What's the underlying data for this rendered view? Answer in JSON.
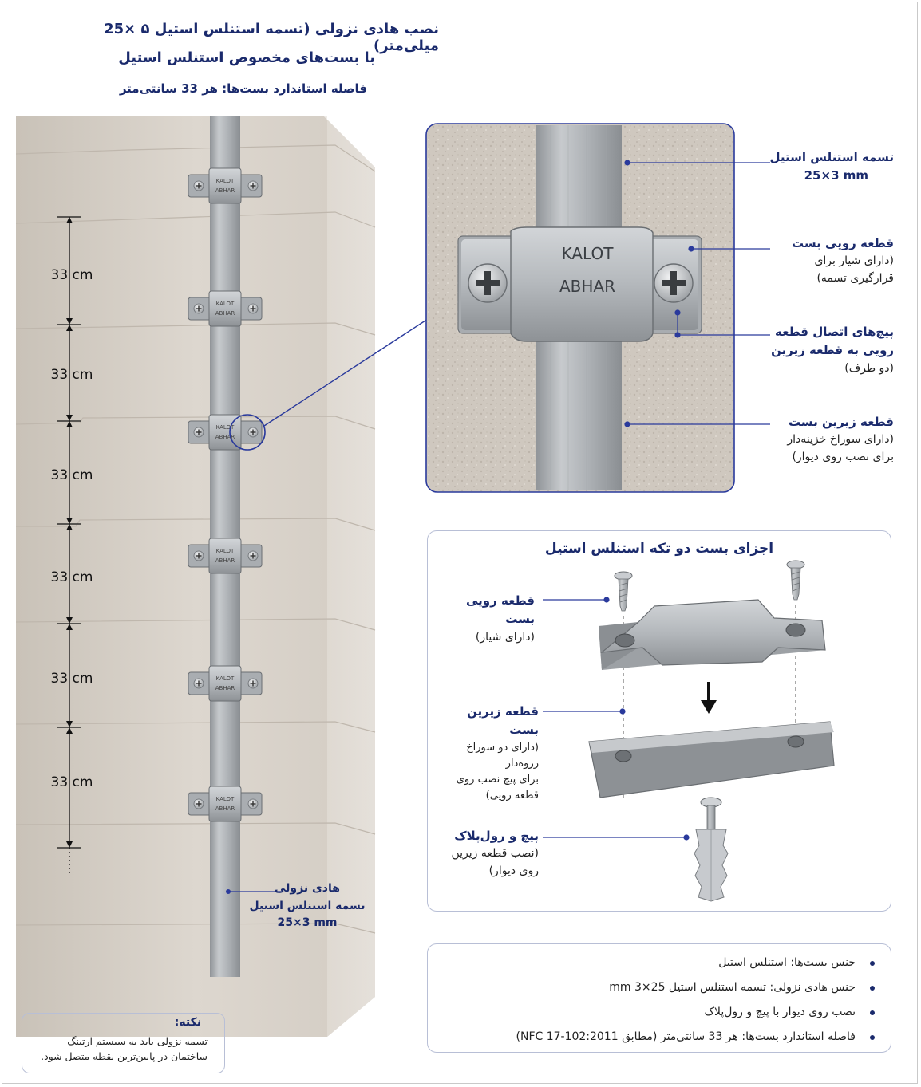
{
  "header": {
    "title_line1": "نصب هادی نزولی (تسمه استنلس استیل ۵ ×25 میلی‌متر)",
    "title_line2": "با بست‌های مخصوص استنلس استیل",
    "subtitle": "فاصله استاندارد بست‌ها: هر 33 سانتی‌متر"
  },
  "wall_diagram": {
    "spacing_labels": [
      "33 cm",
      "33 cm",
      "33 cm",
      "33 cm",
      "33 cm",
      "33 cm"
    ],
    "clamp_brand_top": "KALOT",
    "clamp_brand_bottom": "ABHAR",
    "conductor_label": {
      "line1": "هادی نزولی",
      "line2": "تسمه استنلس استیل",
      "line3": "25×3 mm"
    }
  },
  "detail_view": {
    "brand_top": "KALOT",
    "brand_bottom": "ABHAR",
    "callouts": [
      {
        "bold": "تسمه استنلس استیل",
        "lines": [],
        "measure": "25×3 mm"
      },
      {
        "bold": "قطعه رویی بست",
        "lines": [
          "(دارای شیار برای",
          "قرارگیری تسمه)"
        ]
      },
      {
        "bold": "پیچ‌های اتصال قطعه",
        "bold2": "رویی به قطعه زیرین",
        "lines": [
          "(دو طرف)"
        ]
      },
      {
        "bold": "قطعه زیرین بست",
        "lines": [
          "(دارای سوراخ خزینه‌دار",
          "برای نصب روی دیوار)"
        ]
      }
    ]
  },
  "parts_panel": {
    "title": "اجزای بست دو تکه استنلس استیل",
    "parts": [
      {
        "bold": "قطعه رویی بست",
        "lines": [
          "(دارای شیار)"
        ]
      },
      {
        "bold": "قطعه زیرین بست",
        "lines": [
          "(دارای دو سوراخ رزوه‌دار",
          "برای پیچ نصب روی",
          "قطعه رویی)"
        ]
      },
      {
        "bold": "پیچ و رول‌پلاک",
        "lines": [
          "(نصب قطعه زیرین",
          "روی دیوار)"
        ]
      }
    ]
  },
  "specs": [
    "جنس بست‌ها: استنلس استیل",
    "جنس هادی نزولی:  تسمه استنلس استیل 25×3 mm",
    "نصب روی دیوار با پیچ و رول‌پلاک",
    "فاصله استاندارد بست‌ها: هر 33 سانتی‌متر (مطابق NFC 17-102:2011)"
  ],
  "note": {
    "title": "نکته:",
    "text": "تسمه نزولی باید به سیستم ارتینگ ساختمان در پایین‌ترین نقطه متصل شود."
  },
  "colors": {
    "accent": "#1a2a6c",
    "callout_line": "#2a3a9c",
    "wall": "#d9d3cb",
    "steel": "#b9bcc0"
  }
}
